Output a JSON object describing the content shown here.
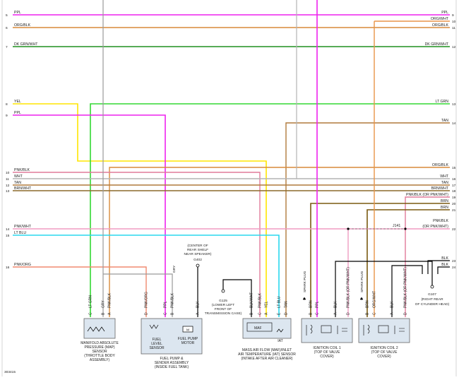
{
  "diagram_id": "303415",
  "colors": {
    "ppl": "#ee22ee",
    "org_blk": "#d98a3a",
    "dk_grn_wht": "#1e8f1e",
    "yel": "#ffe600",
    "lt_grn": "#33d933",
    "tan": "#b07a3c",
    "pnk_blk": "#e07a9a",
    "wht": "#b4b4b4",
    "brn_wht": "#8c6a2c",
    "pnk_wht": "#f09cc2",
    "lt_blu": "#2ad8ee",
    "pnk_org": "#f08a70",
    "gry": "#9a9a9a",
    "blk": "#000000",
    "org_wht": "#e89448",
    "brn": "#7a5a10",
    "box_fill": "#dce6f0"
  },
  "left_wires": [
    {
      "num": "5",
      "label": "PPL"
    },
    {
      "num": "6",
      "label": "ORG/BLK"
    },
    {
      "num": "7",
      "label": "DK GRN/WHT"
    },
    {
      "num": "8",
      "label": "YEL"
    },
    {
      "num": "9",
      "label": "PPL"
    },
    {
      "num": "10",
      "label": "PNK/BLK"
    },
    {
      "num": "11",
      "label": "WHT"
    },
    {
      "num": "12",
      "label": "TAN"
    },
    {
      "num": "13",
      "label": "BRN/WHT"
    },
    {
      "num": "14",
      "label": "PNK/WHT"
    },
    {
      "num": "15",
      "label": "LT BLU"
    },
    {
      "num": "16",
      "label": "PNK/ORG"
    }
  ],
  "right_wires": [
    {
      "num": "9",
      "label": "PPL"
    },
    {
      "num": "10",
      "label": "ORG/WHT"
    },
    {
      "num": "11",
      "label": "ORG/BLK"
    },
    {
      "num": "12",
      "label": "DK GRN/WHT"
    },
    {
      "num": "13",
      "label": "LT GRN"
    },
    {
      "num": "14",
      "label": "TAN"
    },
    {
      "num": "15",
      "label": "ORG/BLK"
    },
    {
      "num": "16",
      "label": "WHT"
    },
    {
      "num": "17",
      "label": "TAN"
    },
    {
      "num": "18",
      "label": "BRN/WHT"
    },
    {
      "num": "19",
      "label": "PNK/BLK   (OR PNK/WHT)"
    },
    {
      "num": "20",
      "label": "BRN"
    },
    {
      "num": "21",
      "label": "BRN"
    },
    {
      "num": "22",
      "label": "PNK/BLK"
    },
    {
      "num": "22b",
      "label": "(OR PNK/WHT)"
    },
    {
      "num": "23",
      "label": "BLK"
    },
    {
      "num": "24",
      "label": "BLK"
    }
  ],
  "right_nums": [
    "9",
    "10",
    "11",
    "12",
    "13",
    "14",
    "15",
    "16",
    "17",
    "18",
    "19",
    "20",
    "21",
    "22",
    "23",
    "24"
  ],
  "splice": "J141",
  "grounds": {
    "g125": {
      "id": "G125",
      "desc": [
        "(LOWER LEFT",
        "FRONT OF",
        "TRANSMISSION CASE)"
      ]
    },
    "g402": {
      "id": "G402",
      "desc": [
        "(CENTER OF",
        "REAR SHELF",
        "NEAR SPEAKER)"
      ]
    },
    "g107": {
      "id": "G107",
      "desc": [
        "(RIGHT REAR",
        "OF CYLINDER HEAD)"
      ]
    }
  },
  "components": {
    "map": {
      "name": [
        "MANIFOLD ABSOLUTE",
        "PRESSURE (MAP)",
        "SENSOR",
        "(THROTTLE BODY",
        "ASSEMBLY)"
      ],
      "pins": [
        {
          "letter": "C",
          "wire": "LT GRN"
        },
        {
          "letter": "B",
          "wire": "GRY"
        },
        {
          "letter": "A",
          "wire": "PNK/BLK"
        }
      ]
    },
    "fuel": {
      "name": [
        "FUEL PUMP &",
        "SENDER ASSEMBLY",
        "(INSIDE FUEL TANK)"
      ],
      "sub1": [
        "FUEL",
        "LEVEL",
        "SENSOR"
      ],
      "sub2": [
        "FUEL PUMP",
        "MOTOR"
      ],
      "pins": [
        {
          "letter": "D",
          "wire": "PNK/ORG"
        },
        {
          "letter": "C",
          "wire": "PPL"
        },
        {
          "letter": "B",
          "wire": "PNK/BLK"
        },
        {
          "letter": "A",
          "wire": "BLK"
        }
      ],
      "gry_label": "GRY",
      "motor": "M"
    },
    "maf": {
      "name": [
        "MASS AIR FLOW (MAF)/INLET",
        "AIR TEMPERATURE (IAT) SENSOR",
        "(INTAKE AFTER AIR CLEANER)"
      ],
      "maf_label": "MAF",
      "iat_label": "IAT",
      "pins": [
        {
          "letter": "B",
          "wire": "BLK/WHT"
        },
        {
          "letter": "C",
          "wire": "PNK/BLK"
        },
        {
          "letter": "A",
          "wire": "YEL"
        },
        {
          "letter": "E",
          "wire": "LT BLU"
        },
        {
          "letter": "D",
          "wire": "TAN"
        }
      ]
    },
    "coil1": {
      "name": [
        "IGNITION COIL 1",
        "(TOP OF VALVE",
        "COVER)"
      ],
      "plug": "SPARK PLUG",
      "pins": [
        {
          "letter": "B",
          "wire": "BRN"
        },
        {
          "letter": "C",
          "wire": "PPL"
        },
        {
          "letter": "A",
          "wire": "BLK"
        },
        {
          "letter": "D",
          "wire": "PNK/BLK  (OR PNK/WHT)"
        }
      ]
    },
    "coil2": {
      "name": [
        "IGNITION COIL 2",
        "(TOP OF VALVE",
        "COVER)"
      ],
      "plug": "SPARK PLUG",
      "pins": [
        {
          "letter": "B",
          "wire": "BRN"
        },
        {
          "letter": "C",
          "wire": "ORG/WHT"
        },
        {
          "letter": "A",
          "wire": "BLK"
        },
        {
          "letter": "D",
          "wire": "PNK/BLK  (OR PNK/WHT)"
        }
      ]
    }
  }
}
